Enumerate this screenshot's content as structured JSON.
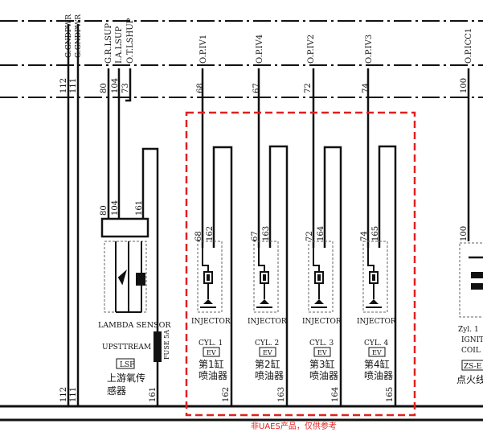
{
  "top_signals": {
    "g_gnd1": "G.GNDPWR",
    "g_gnd2": "G.GNDPWR",
    "lsup_h": "G.R.LSUP",
    "lsup_a": "I.A.LSUP",
    "lsup_heat": "O.T.LSHUP",
    "iv1": "O.P.IV1",
    "iv4": "O.P.IV4",
    "iv2": "O.P.IV2",
    "iv3": "O.P.IV3",
    "icc": "O.P.ICC1"
  },
  "top_pins": {
    "p112": "112",
    "p111": "111",
    "p80": "80",
    "p104": "104",
    "p73": "73",
    "p68": "68",
    "p67": "67",
    "p72": "72",
    "p74": "74",
    "p100": "100"
  },
  "sensor": {
    "pins": [
      "80",
      "104",
      "161"
    ],
    "name": "LAMBDA SENSOR",
    "position": "UPSTTREAM",
    "code": "LSF",
    "cn_line1": "上游氧传",
    "cn_line2": "感器",
    "fuse": "FUSE 5A"
  },
  "injectors": [
    {
      "pin_a": "68",
      "pin_b": "162",
      "type": "INJECTOR",
      "cyl": "CYL. 1",
      "code": "EV",
      "cn_line1": "第1缸",
      "cn_line2": "喷油器",
      "bottom_pin": "162"
    },
    {
      "pin_a": "67",
      "pin_b": "163",
      "type": "INJECTOR",
      "cyl": "CYL. 2",
      "code": "EV",
      "cn_line1": "第2缸",
      "cn_line2": "喷油器",
      "bottom_pin": "163"
    },
    {
      "pin_a": "72",
      "pin_b": "164",
      "type": "INJECTOR",
      "cyl": "CYL. 3",
      "code": "EV",
      "cn_line1": "第3缸",
      "cn_line2": "喷油器",
      "bottom_pin": "164"
    },
    {
      "pin_a": "74",
      "pin_b": "165",
      "type": "INJECTOR",
      "cyl": "CYL. 4",
      "code": "EV",
      "cn_line1": "第4缸",
      "cn_line2": "喷油器",
      "bottom_pin": "165"
    }
  ],
  "ignition": {
    "pin": "100",
    "label1": "Zyl. 1",
    "label2": "IGNIT",
    "label3": "COIL",
    "code": "ZS-E",
    "cn": "点火线"
  },
  "bottom_pins": {
    "b112": "112",
    "b111": "111",
    "b161": "161"
  },
  "footer_note": "非UAES产品，仅供参考",
  "colors": {
    "line": "#111111",
    "highlight": "#e02020"
  }
}
